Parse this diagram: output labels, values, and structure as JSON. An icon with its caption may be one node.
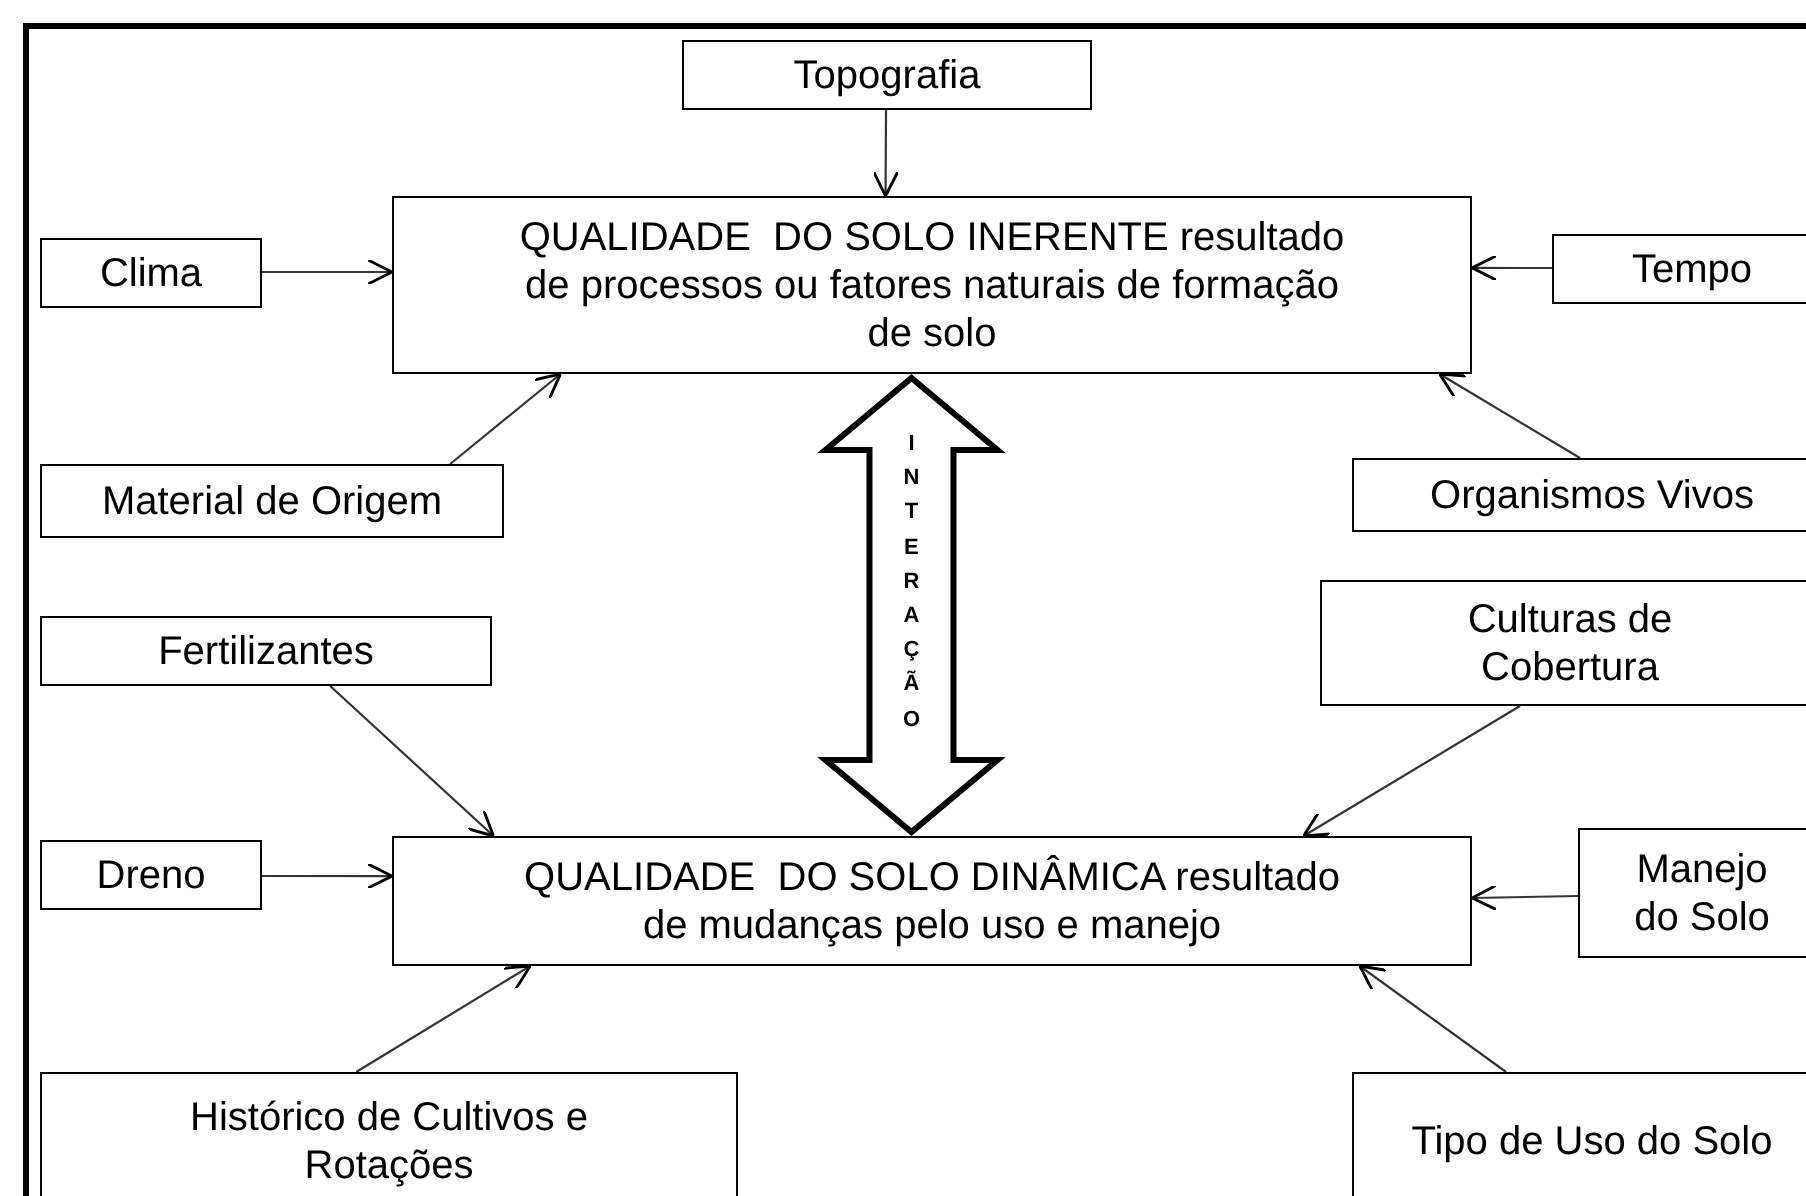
{
  "diagram": {
    "nodes": [
      {
        "text": [
          "Topografia"
        ]
      },
      {
        "text": [
          "QUALIDADE  DO SOLO INERENTE resultado de processos ou fatores naturais de formação de solo"
        ]
      },
      {
        "text": [
          "Clima"
        ]
      },
      {
        "text": [
          "Tempo"
        ]
      },
      {
        "text": [
          "Material de Origem"
        ]
      },
      {
        "text": [
          "Organismos Vivos"
        ]
      },
      {
        "text": [
          "Fertilizantes"
        ]
      },
      {
        "text": [
          "Culturas de Cobertura"
        ]
      },
      {
        "text": [
          "Dreno"
        ]
      },
      {
        "text": [
          "QUALIDADE  DO SOLO DINÂMICA resultado de mudanças pelo uso e manejo"
        ]
      },
      {
        "text": [
          "Manejo do Solo"
        ]
      },
      {
        "text": [
          "Histórico de Cultivos e Rotações"
        ]
      },
      {
        "text": [
          "Tipo de Uso do Solo"
        ]
      }
    ],
    "edges": [
      {
        "from": 0,
        "to": 1,
        "arrow": "to"
      },
      {
        "from": 2,
        "to": 1,
        "arrow": "to"
      },
      {
        "from": 3,
        "to": 1,
        "arrow": "to"
      },
      {
        "from": 4,
        "to": 1,
        "arrow": "to"
      },
      {
        "from": 5,
        "to": 1,
        "arrow": "to"
      },
      {
        "from": 1,
        "to": 9,
        "arrow": "both",
        "label": "INTERAÇÃO",
        "style": "thick"
      },
      {
        "from": 6,
        "to": 9,
        "arrow": "to"
      },
      {
        "from": 7,
        "to": 9,
        "arrow": "to"
      },
      {
        "from": 8,
        "to": 9,
        "arrow": "to"
      },
      {
        "from": 10,
        "to": 9,
        "arrow": "to"
      },
      {
        "from": 11,
        "to": 9,
        "arrow": "to"
      },
      {
        "from": 12,
        "to": 9,
        "arrow": "to"
      }
    ]
  }
}
